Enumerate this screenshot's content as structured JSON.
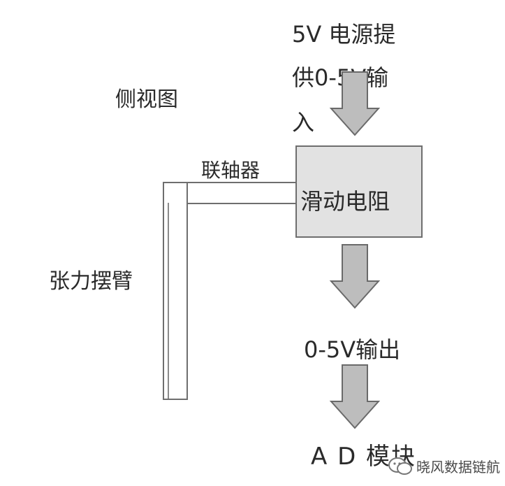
{
  "diagram": {
    "title_side_view": "侧视图",
    "power_line1": "5V 电源提",
    "power_line2": "供0-5V输",
    "power_line3": "入",
    "coupling": "联轴器",
    "resistor": "滑动电阻",
    "tension_arm": "张力摆臂",
    "output": "0-5V输出",
    "ad_module": "A D 模块"
  },
  "watermark": {
    "text": "晓风数据链航",
    "icon": "wechat-icon"
  },
  "colors": {
    "arrow_fill": "#bdbdbd",
    "arrow_stroke": "#6a6a6a",
    "box_fill": "#e2e2e2",
    "line": "#6e6e6e"
  }
}
